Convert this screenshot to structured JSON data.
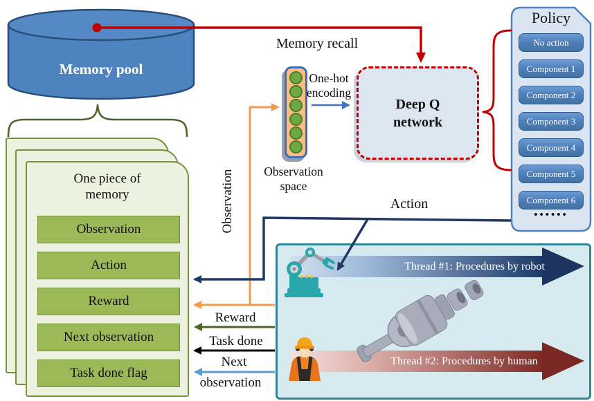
{
  "memory_pool": {
    "label": "Memory pool"
  },
  "memory_recall_label": "Memory recall",
  "observation_space": {
    "label": [
      "Observation",
      "space"
    ],
    "cell_count": 6
  },
  "one_hot": {
    "label": [
      "One-hot",
      "encoding"
    ]
  },
  "dqn": {
    "label": [
      "Deep Q",
      "network"
    ]
  },
  "policy": {
    "title": "Policy",
    "items": [
      "No action",
      "Component 1",
      "Component 2",
      "Component 3",
      "Component 4",
      "Component 5",
      "Component 6"
    ],
    "ellipsis": "••••••"
  },
  "memory_card": {
    "title": [
      "One piece of",
      "memory"
    ],
    "rows": [
      "Observation",
      "Action",
      "Reward",
      "Next observation",
      "Task done flag"
    ]
  },
  "flow_labels": {
    "action": "Action",
    "observation": "Observation",
    "reward": "Reward",
    "task_done": "Task done",
    "next_observation": [
      "Next",
      "observation"
    ]
  },
  "environment": {
    "thread1": "Thread #1: Procedures by robot",
    "thread2": "Thread #2: Procedures by human"
  },
  "colors": {
    "red": "#c00000",
    "navy": "#1f3864",
    "orange": "#ef9c51",
    "olive_green": "#4f6228",
    "light_blue": "#5b9bd5",
    "one_hot_blue": "#4472c4",
    "steel_blue": "#4f81bd",
    "card_green": "#9cb957",
    "card_bg": "#edf1df",
    "env_teal": "#2e8697",
    "env_bg": "#d7eaef",
    "thread1_dark": "#1e3a67",
    "thread2_dark": "#7e2a26"
  }
}
